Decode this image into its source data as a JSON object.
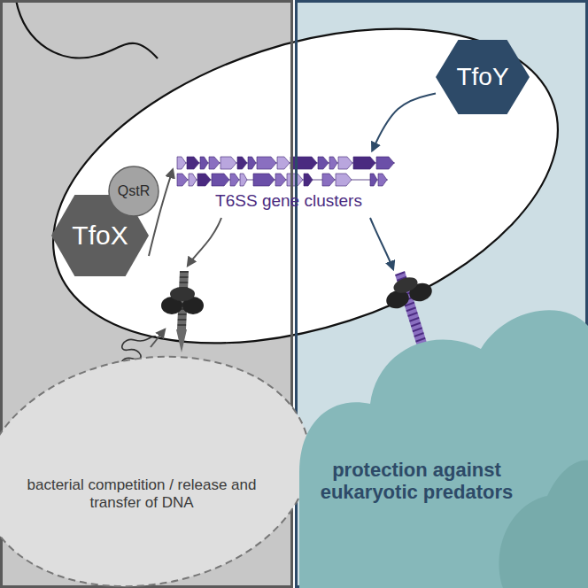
{
  "diagram": {
    "nodes": [
      {
        "text": [
          "TfoX"
        ]
      },
      {
        "text": [
          "QstR"
        ]
      },
      {
        "text": [
          "T6SS gene clusters"
        ]
      },
      {
        "text": [
          "TfoY"
        ]
      },
      {
        "text": [
          "bacterial competition / release and transfer of DNA"
        ]
      },
      {
        "text": [
          "protection against eukaryotic predators"
        ]
      }
    ],
    "edges": [
      {
        "from": 0,
        "to": 2,
        "arrow": "to"
      },
      {
        "from": 3,
        "to": 2,
        "arrow": "to"
      }
    ]
  }
}
